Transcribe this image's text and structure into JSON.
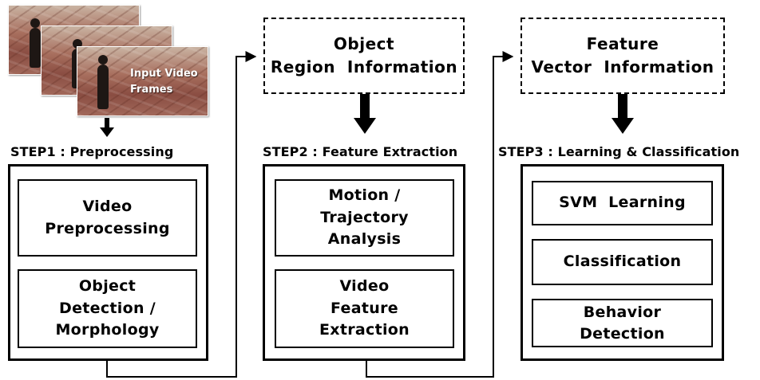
{
  "input": {
    "frames_label_line1": "Input Video",
    "frames_label_line2": "Frames"
  },
  "step1": {
    "label": "STEP1 : Preprocessing",
    "box1": [
      "Video",
      "Preprocessing"
    ],
    "box2": [
      "Object",
      "Detection /",
      "Morphology"
    ]
  },
  "step2": {
    "info": [
      "Object",
      "Region  Information"
    ],
    "label": "STEP2 : Feature Extraction",
    "box1": [
      "Motion /",
      "Trajectory",
      "Analysis"
    ],
    "box2": [
      "Video",
      "Feature",
      "Extraction"
    ]
  },
  "step3": {
    "info": [
      "Feature",
      "Vector  Information"
    ],
    "label": "STEP3 : Learning & Classification",
    "box1": [
      "SVM  Learning"
    ],
    "box2": [
      "Classification"
    ],
    "box3": [
      "Behavior",
      "Detection"
    ]
  },
  "colors": {
    "line": "#000000",
    "background": "#ffffff"
  }
}
